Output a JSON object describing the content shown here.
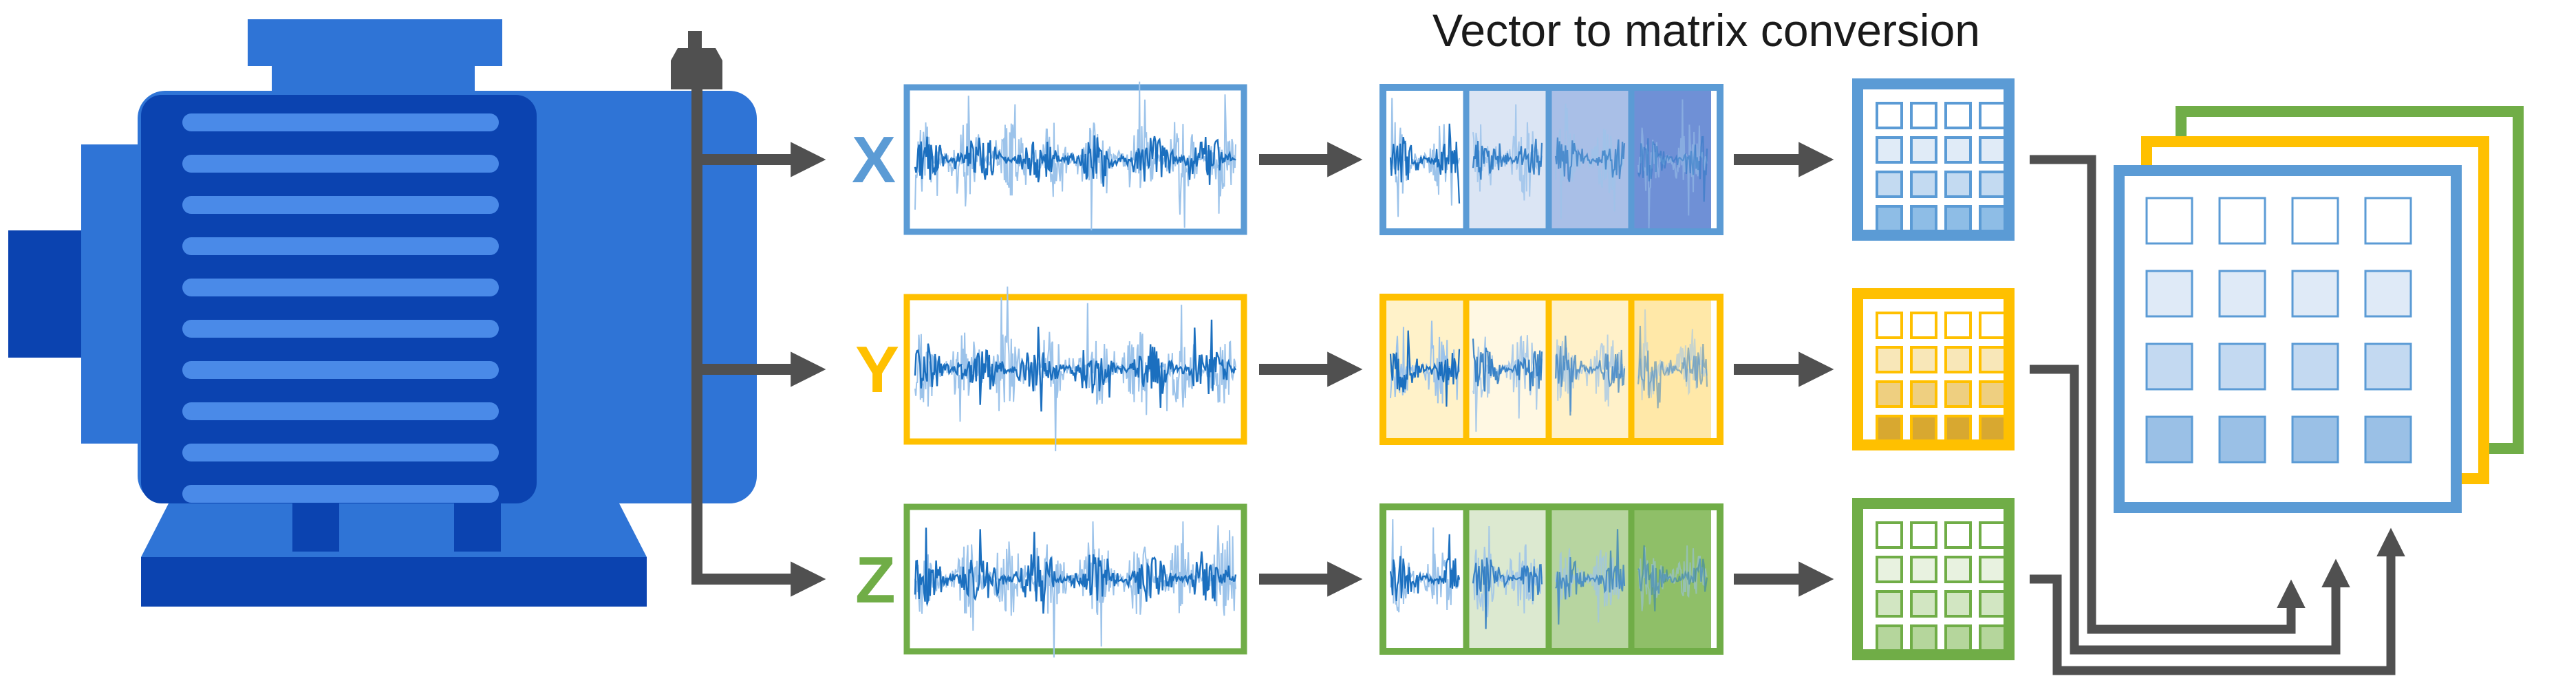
{
  "title": "Vector to matrix conversion",
  "colors": {
    "motor_dark": "#0b43b0",
    "motor_mid": "#2f74d6",
    "motor_light": "#4a8ae8",
    "connector": "#505050",
    "signal_wave": "#1b6fbf"
  },
  "channels": [
    {
      "label": "X",
      "color": "#5b9bd5",
      "dark": "#3f7fc0",
      "segment_shades": [
        "#ffffff",
        "#dbe5f4",
        "#a9bfe7",
        "#6f90d6"
      ],
      "matrix_shades": [
        "#ffffff",
        "#e0ebf7",
        "#c3daf1",
        "#8ebde6"
      ]
    },
    {
      "label": "Y",
      "color": "#ffc000",
      "dark": "#e6a800",
      "segment_shades": [
        "#fff2c9",
        "#fff8e3",
        "#fff1c9",
        "#ffe8a8"
      ],
      "matrix_shades": [
        "#ffffff",
        "#f8e7b8",
        "#eecf80",
        "#d8a830"
      ]
    },
    {
      "label": "Z",
      "color": "#70ad47",
      "dark": "#4b7e2a",
      "segment_shades": [
        "#ffffff",
        "#dce9d0",
        "#b7d5a0",
        "#8fbf68"
      ],
      "matrix_shades": [
        "#ffffff",
        "#e8f2e0",
        "#d2e6c2",
        "#b5d69c"
      ]
    }
  ],
  "stack": {
    "layers": [
      "#70ad47",
      "#ffc000",
      "#5b9bd5"
    ],
    "matrix_shades": [
      "#ffffff",
      "#dfeaf7",
      "#c3d9f1",
      "#9ac0e6"
    ]
  }
}
